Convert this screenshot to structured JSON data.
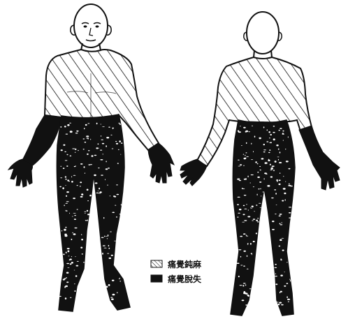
{
  "diagram": {
    "views": [
      {
        "id": "front",
        "name": ""
      },
      {
        "id": "back",
        "name": ""
      }
    ],
    "legend": [
      {
        "key": "hatched",
        "label": "痛覺鈍麻",
        "pattern": "diagonal-hatch"
      },
      {
        "key": "solid",
        "label": "痛覺脫失",
        "pattern": "solid-black"
      }
    ],
    "colors": {
      "ink": "#111111",
      "paper": "#ffffff",
      "speckle": "#ffffff"
    }
  }
}
